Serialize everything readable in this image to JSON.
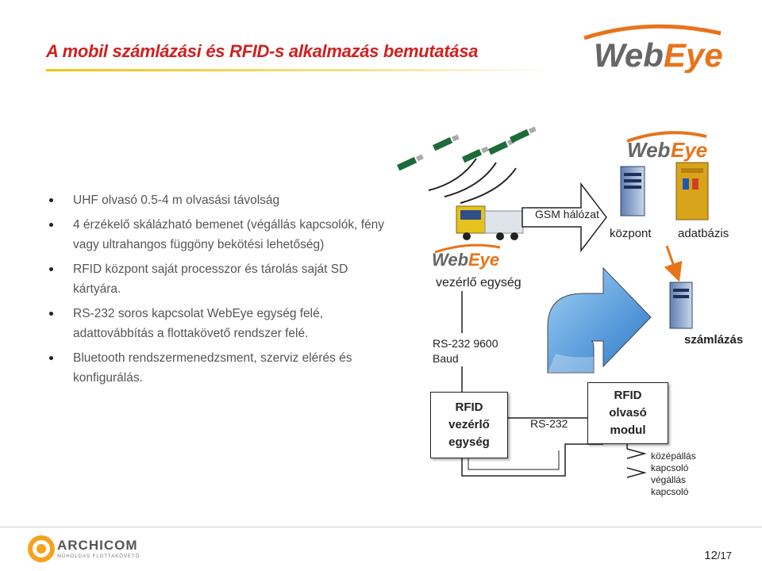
{
  "title": "A mobil számlázási és RFID-s alkalmazás bemutatása",
  "logos": {
    "webeye": "WebEye",
    "archicom": "ARCHICOM",
    "archicom_sub": "MŰHOLDAS FLOTTAKÖVETŐ"
  },
  "bullets": [
    "UHF olvasó 0.5-4 m olvasási távolság",
    "4 érzékelő skálázható bemenet (végállás kapcsolók, fény vagy ultrahangos függöny bekötési lehetőség)",
    "RFID központ saját processzor és tárolás saját SD kártyára.",
    "RS-232 soros kapcsolat WebEye egység felé, adattovábbítás a flottakövető rendszer felé.",
    "Bluetooth rendszermenedzsment, szerviz elérés és konfigurálás."
  ],
  "diagram": {
    "gsm": "GSM hálózat",
    "kozpont": "központ",
    "adatbazis": "adatbázis",
    "vezerlo_egyseg": "vezérlő egység",
    "rs232_baud_1": "RS-232 9600",
    "rs232_baud_2": "Baud",
    "szamlazas": "számlázás",
    "rfid_vezerlo": [
      "RFID",
      "vezérlő",
      "egység"
    ],
    "rs232": "RS-232",
    "rfid_olvaso": [
      "RFID",
      "olvasó",
      "modul"
    ],
    "kozepallas_1": "középállás",
    "kozepallas_2": "kapcsoló",
    "vegallas_1": "végállás",
    "vegallas_2": "kapcsoló"
  },
  "page": {
    "current": "12",
    "total": "/17"
  },
  "colors": {
    "title": "#d02020",
    "arrow_blue": "#3d8fd8",
    "accent_orange": "#e8731a"
  }
}
